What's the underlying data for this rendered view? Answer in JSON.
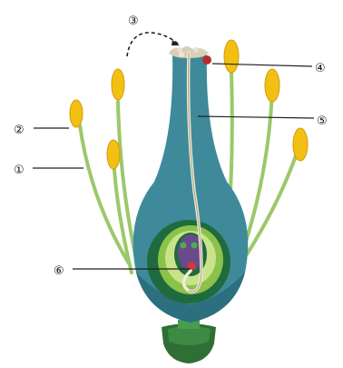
{
  "labels": [
    {
      "id": "1",
      "text": "①"
    },
    {
      "id": "2",
      "text": "②"
    },
    {
      "id": "3",
      "text": "③"
    },
    {
      "id": "4",
      "text": "④"
    },
    {
      "id": "5",
      "text": "⑤"
    },
    {
      "id": "6",
      "text": "⑥"
    }
  ],
  "colors": {
    "ovary": "#3e8a9a",
    "ovary_dark": "#2c6f7e",
    "ovule_outer": "#1f6b3e",
    "ovule_mid": "#8cc24a",
    "ovule_inner": "#c8e38a",
    "embryo_sac": "#6a4a8c",
    "stamen_filament": "#9cc86a",
    "anther": "#f2c012",
    "receptacle": "#2f6e35",
    "pollen_tube": "#f3ecd8"
  }
}
